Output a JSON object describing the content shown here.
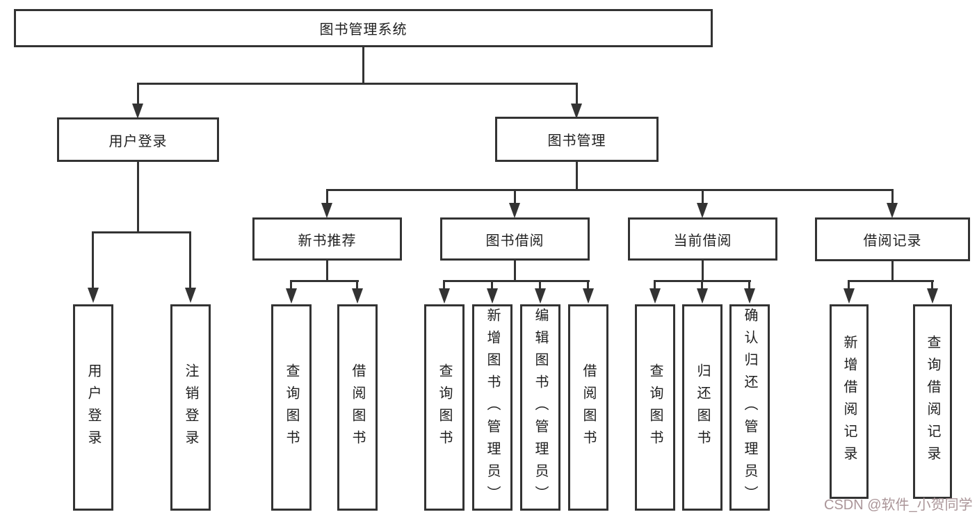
{
  "diagram_title": "图书管理系统",
  "nodes": {
    "root": "图书管理系统",
    "user_login": "用户登录",
    "book_management": "图书管理",
    "new_book_recommend": "新书推荐",
    "book_borrowing": "图书借阅",
    "current_borrowing": "当前借阅",
    "borrowing_records": "借阅记录"
  },
  "leaves": {
    "user_login": [
      "用户登录",
      "注销登录"
    ],
    "new_book_recommend": [
      "查询图书",
      "借阅图书"
    ],
    "book_borrowing": [
      "查询图书",
      "新增图书（管理员）",
      "编辑图书（管理员）",
      "借阅图书"
    ],
    "current_borrowing": [
      "查询图书",
      "归还图书",
      "确认归还（管理员）"
    ],
    "borrowing_records": [
      "新增借阅记录",
      "查询借阅记录"
    ]
  },
  "watermark": "CSDN @软件_小贺同学",
  "colors": {
    "line": "#333333",
    "text": "#1f1f1f",
    "watermark": "#aa9598",
    "background": "#ffffff"
  }
}
